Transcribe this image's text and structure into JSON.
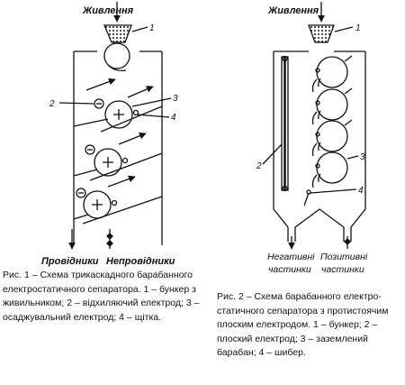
{
  "figure1": {
    "feed_label": "Живлення",
    "conductors_label": "Провідники",
    "nonconductors_label": "Непровідники",
    "callouts": [
      "1",
      "2",
      "3",
      "4"
    ],
    "caption": "Рис. 1 – Схема трикаскадного барабанного електростатичного сепаратора. 1 – бункер з живильником; 2 – відхиляючий електрод; 3 – осаджувальний електрод; 4 – щітка."
  },
  "figure2": {
    "feed_label": "Живлення",
    "negative_label": "Негативні частинки",
    "positive_label": "Позитивні частинки",
    "callouts": [
      "1",
      "2",
      "3",
      "4"
    ],
    "caption": "Рис. 2 – Схема барабанного електро-статичного сепаратора з протистоячим плоским електродом. 1 – бункер; 2 – плоский електрод; 3 – заземлений барабан; 4 – шибер."
  }
}
